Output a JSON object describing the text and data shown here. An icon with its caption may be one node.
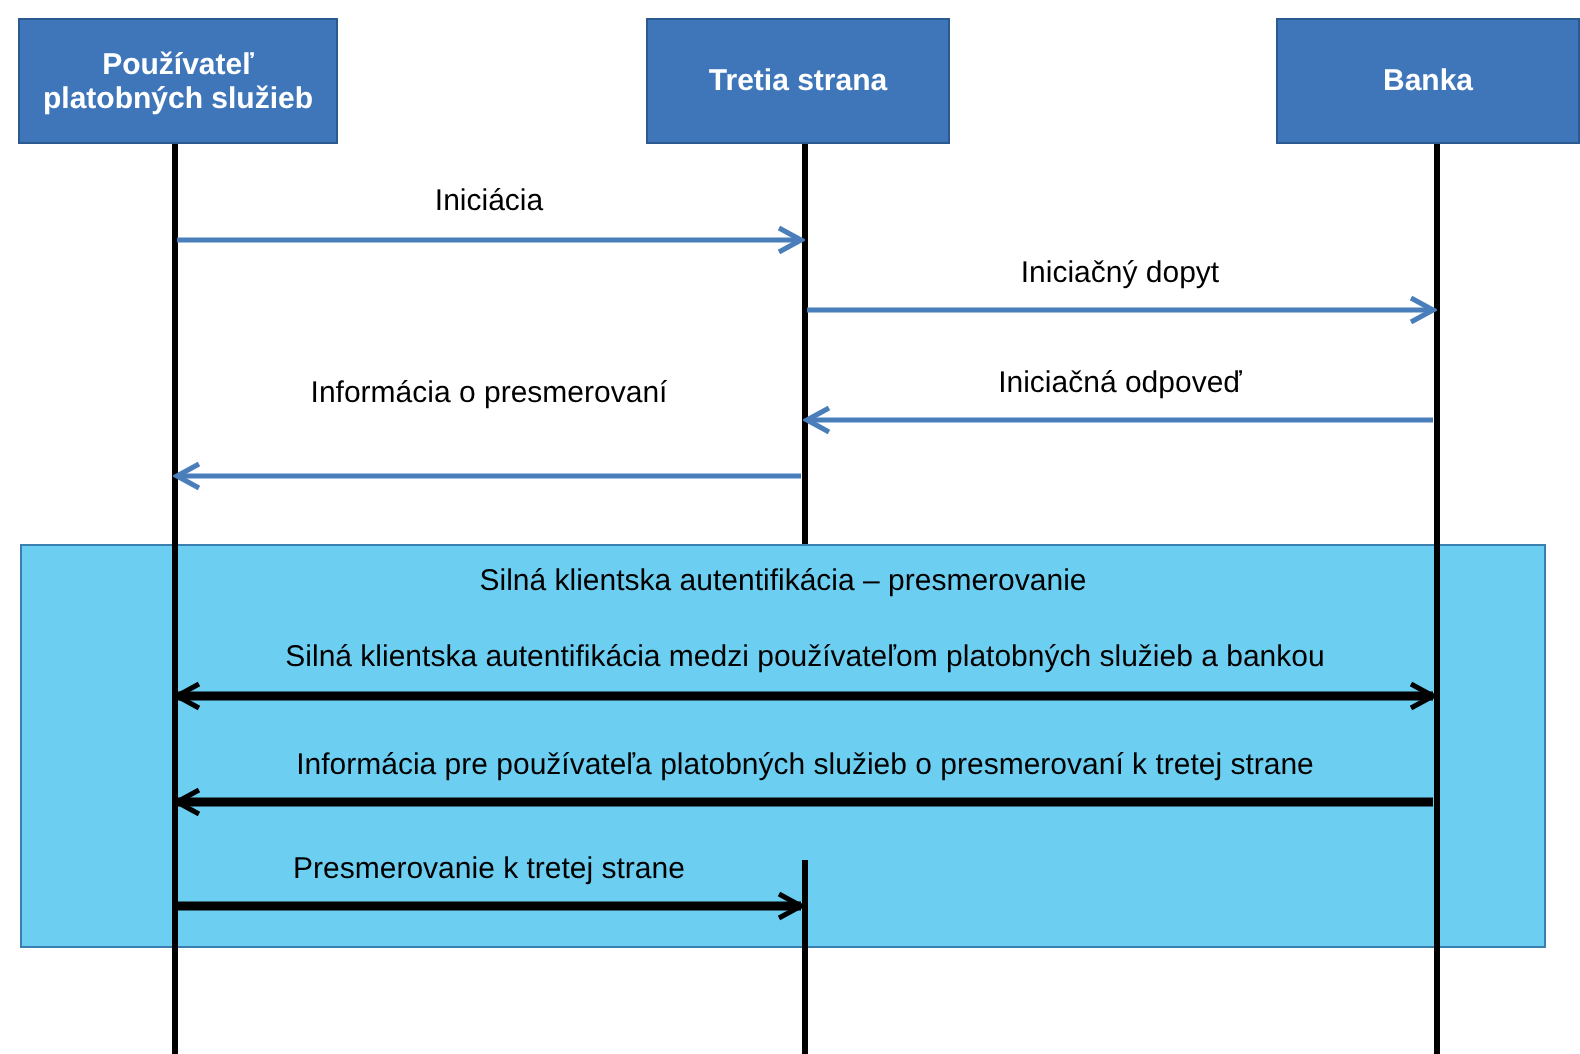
{
  "diagram": {
    "nodes": [
      {
        "text": [
          "Používateľ platobných služieb"
        ]
      },
      {
        "text": [
          "Tretia strana"
        ]
      },
      {
        "text": [
          "Banka"
        ]
      },
      {
        "text": [],
        "shape": "line"
      },
      {
        "text": [],
        "shape": "line"
      },
      {
        "text": [],
        "shape": "line"
      },
      {
        "text": [
          "Silná klientska autentifikácia – presmerovanie"
        ]
      },
      {
        "text": [],
        "shape": "line"
      }
    ],
    "edges": [
      {
        "from": 3,
        "to": 4,
        "arrow": "to",
        "label": "Iniciácia"
      },
      {
        "from": 4,
        "to": 5,
        "arrow": "to",
        "label": "Iniciačný dopyt"
      },
      {
        "from": 5,
        "to": 4,
        "arrow": "to",
        "label": "Iniciačná odpoveď"
      },
      {
        "from": 4,
        "to": 3,
        "arrow": "to",
        "label": "Informácia o presmerovaní"
      },
      {
        "from": 3,
        "to": 5,
        "arrow": "both",
        "label": "Silná klientska autentifikácia medzi používateľom platobných služieb a bankou",
        "style": "thick",
        "color": "#000000"
      },
      {
        "from": 5,
        "to": 3,
        "arrow": "to",
        "label": "Informácia pre používateľa platobných služieb o presmerovaní k tretej strane",
        "style": "thick",
        "color": "#000000"
      },
      {
        "from": 3,
        "to": 7,
        "arrow": "to",
        "label": "Presmerovanie k tretej strane",
        "style": "thick",
        "color": "#000000"
      }
    ]
  }
}
